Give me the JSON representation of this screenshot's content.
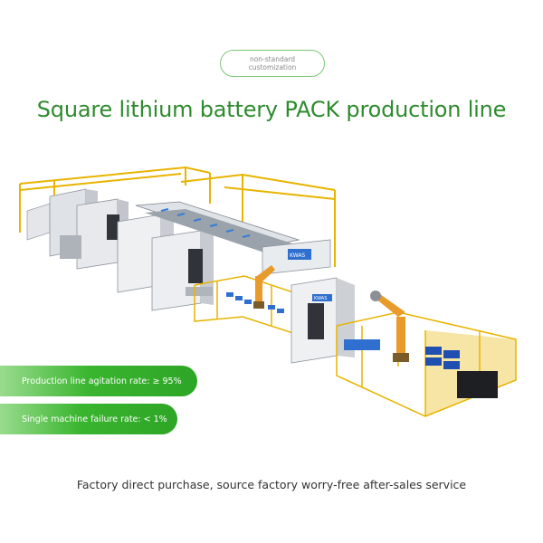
{
  "badge": {
    "line1": "non-standard",
    "line2": "customization"
  },
  "title": "Square lithium battery PACK production line",
  "illustration": {
    "brand_label_1": "KWAS",
    "brand_label_2": "KWAS"
  },
  "stats": [
    {
      "text": "Production line agitation rate: ≥ 95%"
    },
    {
      "text": "Single machine failure rate: < 1%"
    }
  ],
  "footer": "Factory direct purchase, source factory worry-free after-sales service",
  "colors": {
    "brand_green": "#2e8b2e",
    "pill_green": "#3ab52f",
    "frame_yellow": "#e8b400",
    "robot_orange": "#e89a2a"
  }
}
